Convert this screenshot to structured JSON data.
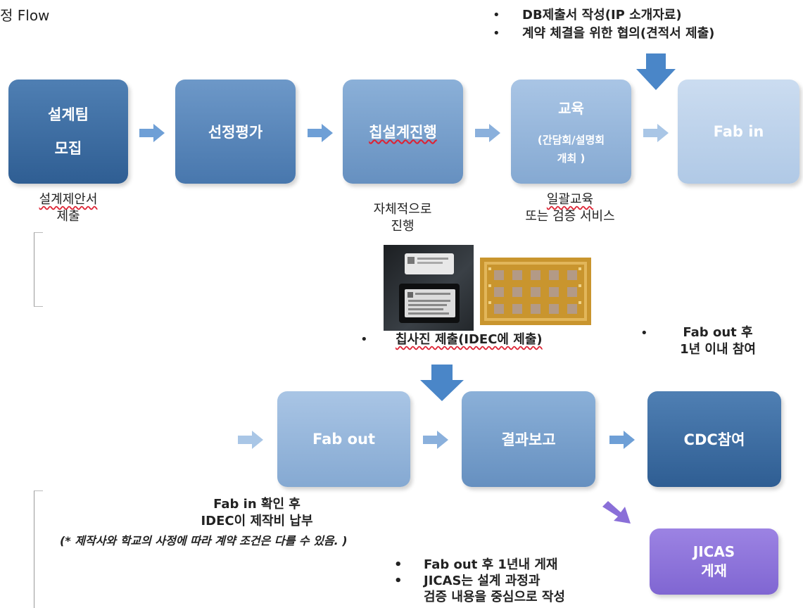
{
  "header": {
    "title_fragment": "정 Flow"
  },
  "colors": {
    "dark_blue": "#2f5e93",
    "light_blue": "#cbdcf0",
    "purple": "#8066d2",
    "arrow_blue": "#4a86c8",
    "small_arrow": "#8ab0dc"
  },
  "top_bullets": [
    "DB제출서 작성(IP 소개자료)",
    "계약 체결을 위한 협의(견적서 제출)"
  ],
  "row1": {
    "box1": {
      "line1": "설계팀",
      "line2": "모집"
    },
    "box2": {
      "label": "선정평가"
    },
    "box3": {
      "label": "칩설계진행"
    },
    "box4": {
      "line1": "교육",
      "line2": "(간담회/설명회",
      "line3": "개최 )"
    },
    "box5": {
      "label": "Fab in"
    }
  },
  "row1_captions": {
    "cap1": {
      "line1": "설계제안서",
      "line2": "제출"
    },
    "cap3": {
      "line1": "자체적으로",
      "line2": "진행"
    },
    "cap4": {
      "line1": "일괄교육",
      "line2": "또는 검증 서비스"
    }
  },
  "middle": {
    "photo_bullet": "칩사진 제출(IDEC에 제출)",
    "fabout_bullet": {
      "line1": "Fab out 후",
      "line2": "1년 이내 참여"
    }
  },
  "row2": {
    "box1": {
      "label": "Fab out"
    },
    "box2": {
      "label": "결과보고"
    },
    "box3": {
      "label": "CDC참여"
    },
    "box4": {
      "line1": "JICAS",
      "line2": "게재"
    }
  },
  "bottom": {
    "fabin_note": {
      "line1": "Fab in 확인 후",
      "line2": "IDEC이 제작비 납부"
    },
    "remark": "(* 제작사와 학교의 사정에 따라 계약 조건은 다를 수 있음. )",
    "bullets": [
      "Fab out 후 1년내 게재",
      "JICAS는 설계 과정과",
      "검증 내용을 중심으로 작성"
    ]
  }
}
